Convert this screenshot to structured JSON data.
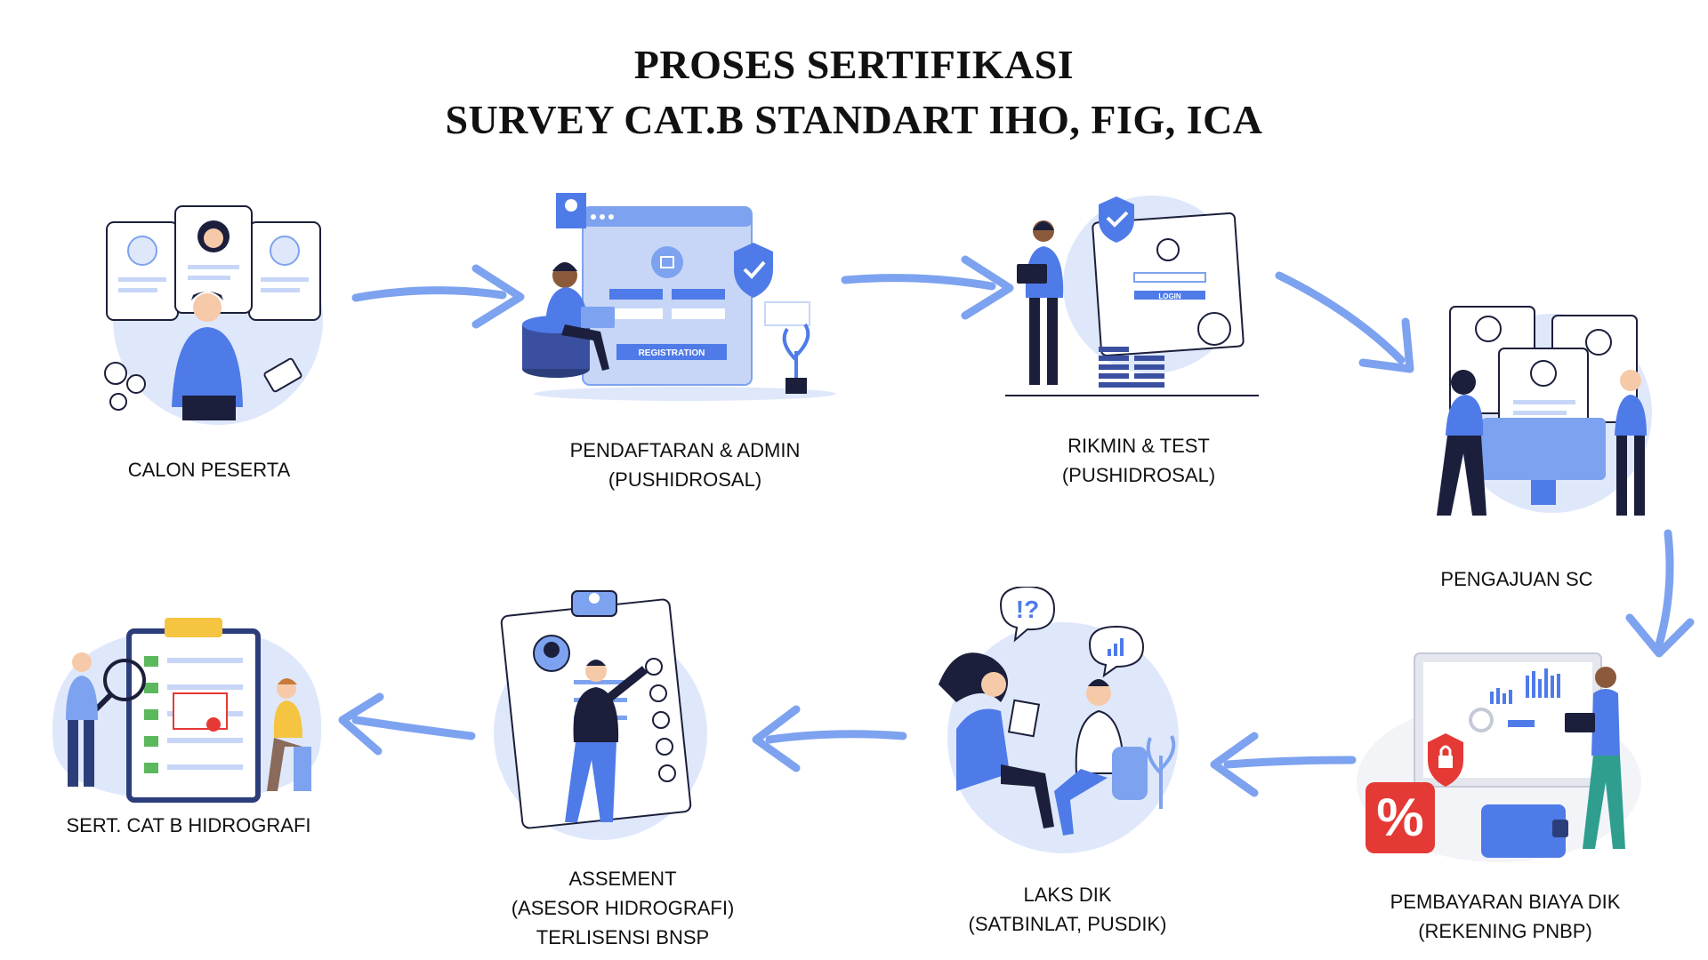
{
  "title": {
    "line1": "PROSES SERTIFIKASI",
    "line2": "SURVEY CAT.B STANDART IHO, FIG, ICA"
  },
  "colors": {
    "accent": "#4f7be8",
    "arrow": "#7da2ef",
    "blob": "#dfe8fb",
    "dark": "#1b1f3b",
    "green": "#5cb85c",
    "red": "#e53935"
  },
  "steps": [
    {
      "id": "calon-peserta",
      "lines": [
        "CALON PESERTA"
      ],
      "icon": "candidate-profiles-icon"
    },
    {
      "id": "pendaftaran",
      "lines": [
        "PENDAFTARAN & ADMIN",
        "(PUSHIDROSAL)"
      ],
      "icon": "registration-icon",
      "registration_label": "REGISTRATION"
    },
    {
      "id": "rikmin",
      "lines": [
        "RIKMIN & TEST",
        "(PUSHIDROSAL)"
      ],
      "icon": "login-test-icon",
      "login_label": "LOGIN"
    },
    {
      "id": "pengajuan",
      "lines": [
        "PENGAJUAN SC"
      ],
      "icon": "submission-icon"
    },
    {
      "id": "pembayaran",
      "lines": [
        "PEMBAYARAN BIAYA DIK",
        "(REKENING PNBP)"
      ],
      "icon": "payment-icon",
      "percent": "%"
    },
    {
      "id": "laks-dik",
      "lines": [
        "LAKS DIK",
        "(SATBINLAT, PUSDIK)"
      ],
      "icon": "training-discussion-icon",
      "bubble": "!?"
    },
    {
      "id": "assement",
      "lines": [
        "ASSEMENT",
        "(ASESOR HIDROGRAFI)",
        "TERLISENSI BNSP"
      ],
      "icon": "assessment-clipboard-icon"
    },
    {
      "id": "sertifikat",
      "lines": [
        "SERT. CAT B HIDROGRAFI"
      ],
      "icon": "certificate-clipboard-icon"
    }
  ]
}
